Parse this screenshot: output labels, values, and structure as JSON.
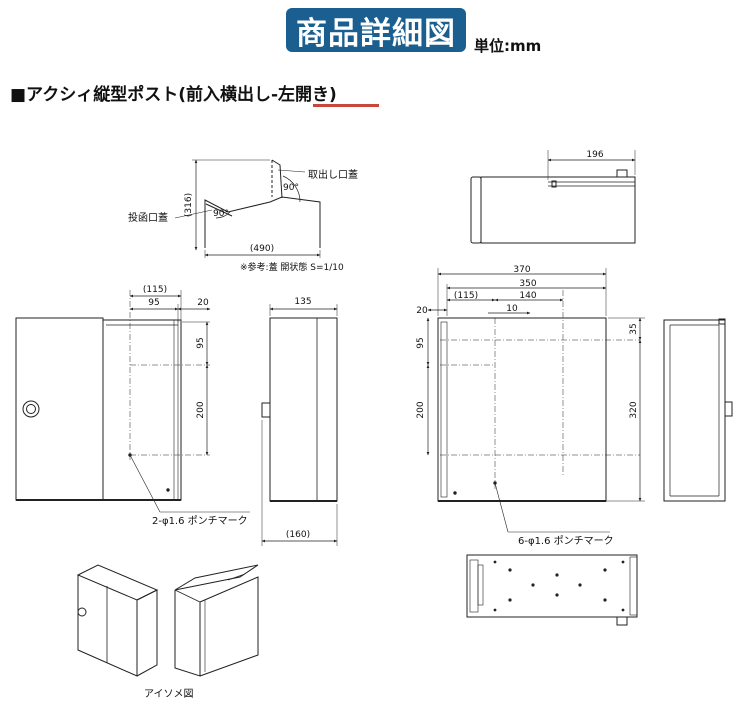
{
  "header": {
    "badge": "商品詳細図",
    "unit": "単位:mm"
  },
  "title": "■アクシィ縦型ポスト(前入横出し-左開き)",
  "top_view": {
    "outlet_lid_label": "取出し口蓋",
    "inlet_lid_label": "投函口蓋",
    "angle_1": "90°",
    "angle_2": "90°",
    "height_dim": "(316)",
    "width_dim": "(490)",
    "note": "※参考:蓋 開状態 S=1/10"
  },
  "front_view": {
    "dim_115": "(115)",
    "dim_95_top": "95",
    "dim_20": "20",
    "dim_95_side": "95",
    "dim_200": "200",
    "punch_label": "2-φ1.6 ポンチマーク"
  },
  "side_view": {
    "dim_135": "135",
    "dim_160": "(160)"
  },
  "back_top_view": {
    "dim_196": "196"
  },
  "back_view": {
    "dim_370": "370",
    "dim_350": "350",
    "dim_20": "20",
    "dim_115": "(115)",
    "dim_140": "140",
    "dim_10": "10",
    "dim_95": "95",
    "dim_200": "200",
    "dim_35": "35",
    "dim_320": "320",
    "punch_label": "6-φ1.6 ポンチマーク"
  },
  "iso": {
    "caption": "アイソメ図"
  }
}
